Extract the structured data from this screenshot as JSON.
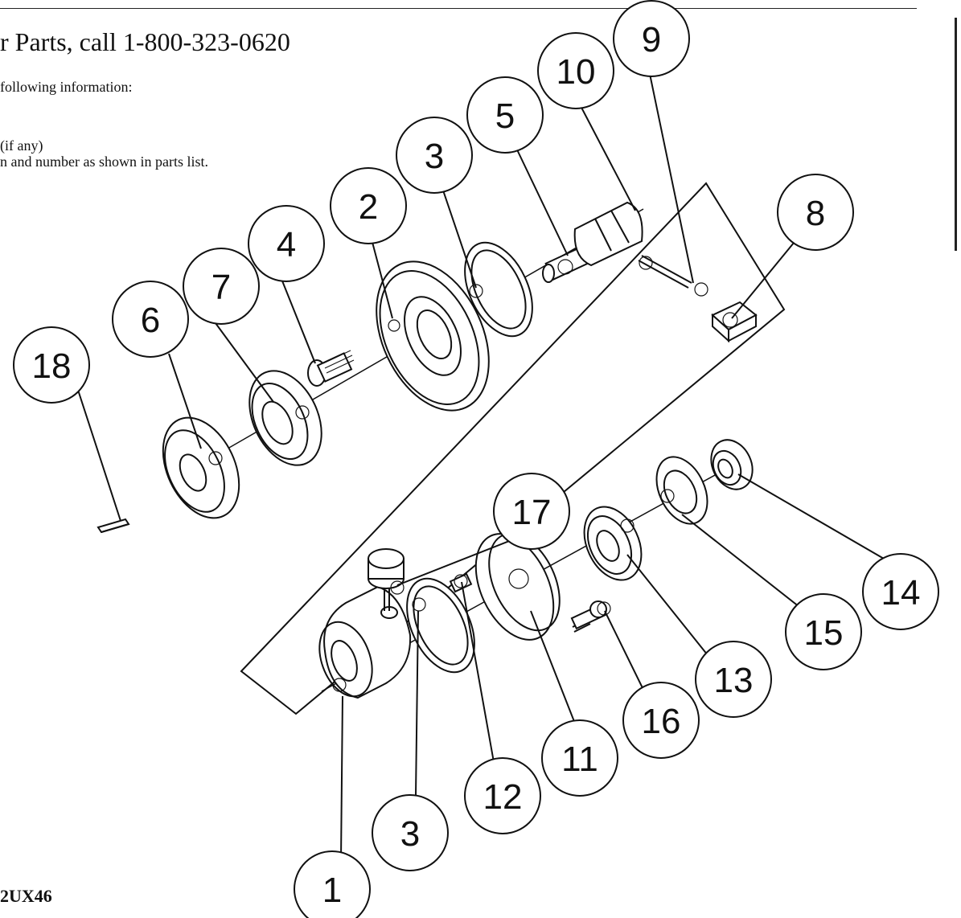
{
  "header": {
    "title": "r Parts, call 1-800-323-0620",
    "lines": [
      "following information:",
      "(if any)",
      "n and number as shown in parts list."
    ]
  },
  "model_number": "2UX46",
  "callouts": [
    "1",
    "2",
    "3",
    "3",
    "4",
    "5",
    "6",
    "7",
    "8",
    "9",
    "10",
    "11",
    "12",
    "13",
    "14",
    "15",
    "16",
    "17",
    "18"
  ]
}
